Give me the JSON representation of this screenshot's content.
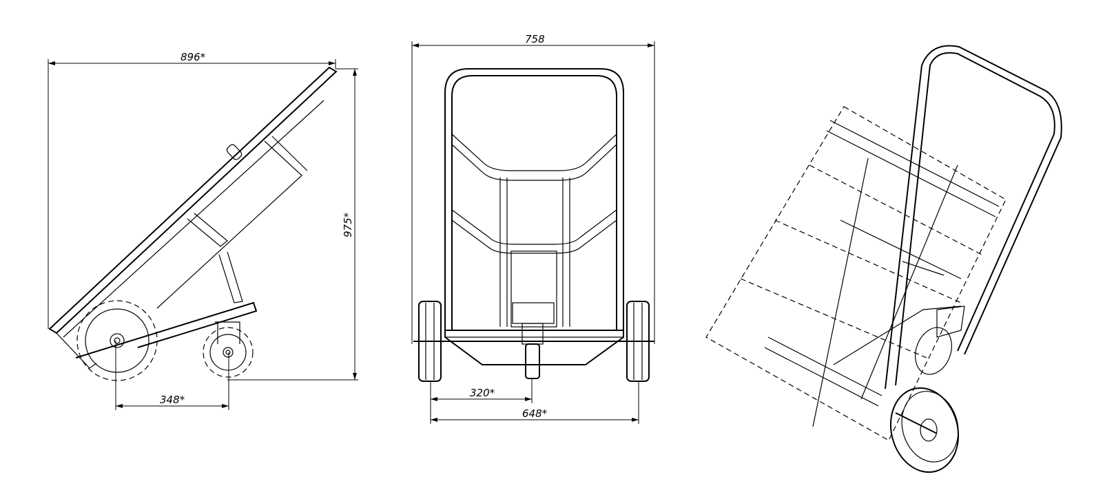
{
  "views": {
    "side": {
      "overall_length": "896*",
      "overall_height": "975*",
      "wheel_spacing": "348*"
    },
    "front": {
      "overall_width": "758",
      "caster_offset": "320*",
      "wheel_track": "648*"
    },
    "isometric": {}
  }
}
